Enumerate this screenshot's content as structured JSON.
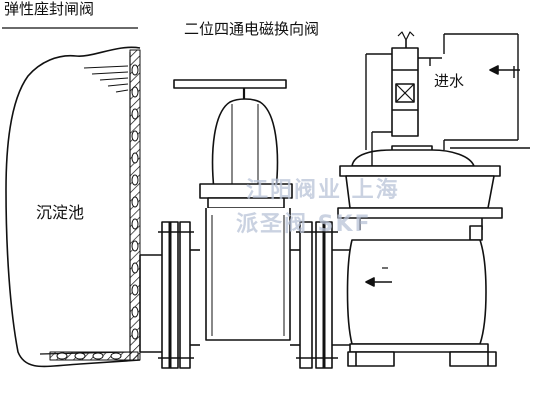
{
  "labels": {
    "elastic_seat_gate_valve": "弹性座封闸阀",
    "solenoid_valve": "二位四通电磁换向阀",
    "water_inlet": "进水",
    "sedimentation_tank": "沉淀池"
  },
  "watermark": {
    "line1": "江阳阀业 上海",
    "line2": "派圣阀 SKF"
  },
  "colors": {
    "line": "#111111",
    "watermark": "#b9c3d8",
    "background": "#ffffff"
  }
}
